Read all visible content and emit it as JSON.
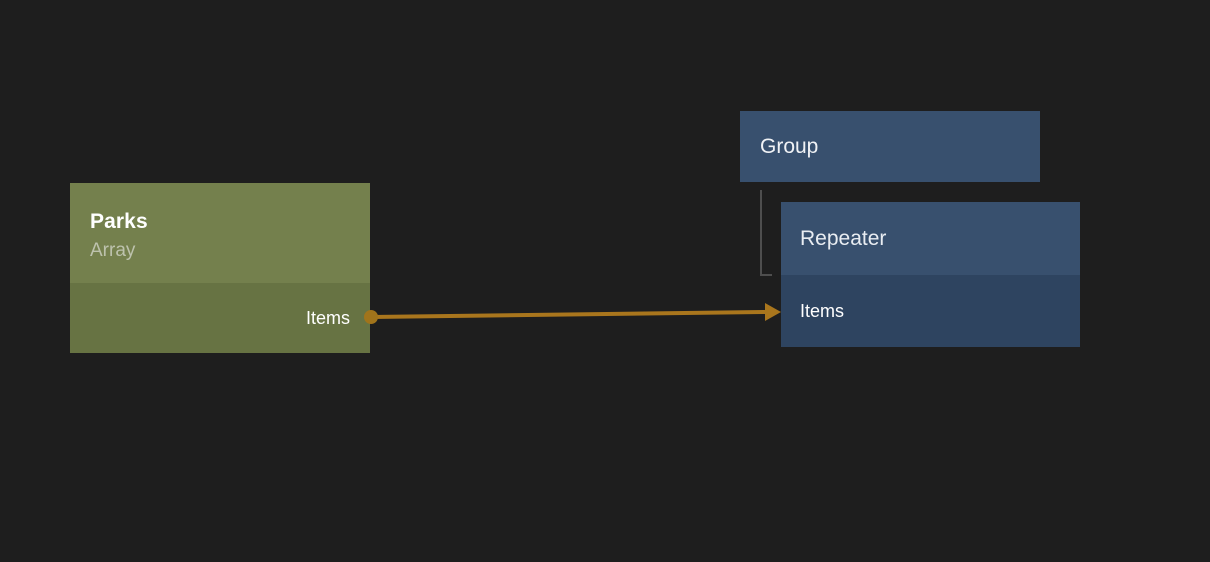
{
  "canvas": {
    "background_color": "#1e1e1e",
    "type": "node-graph-editor"
  },
  "nodes": {
    "parks": {
      "title": "Parks",
      "subtitle": "Array",
      "header_color": "#74804d",
      "body_color": "#677343",
      "output_port": {
        "label": "Items",
        "dot_color": "#a1741b"
      }
    },
    "group": {
      "title": "Group",
      "header_color": "#38506e"
    },
    "repeater": {
      "title": "Repeater",
      "header_color": "#38506e",
      "body_color": "#2e4460",
      "input_port": {
        "label": "Items"
      }
    }
  },
  "connection": {
    "from": "Parks.Items",
    "to": "Repeater.Items",
    "color": "#a9761d"
  },
  "bracket": {
    "color": "#4e4e4e"
  }
}
